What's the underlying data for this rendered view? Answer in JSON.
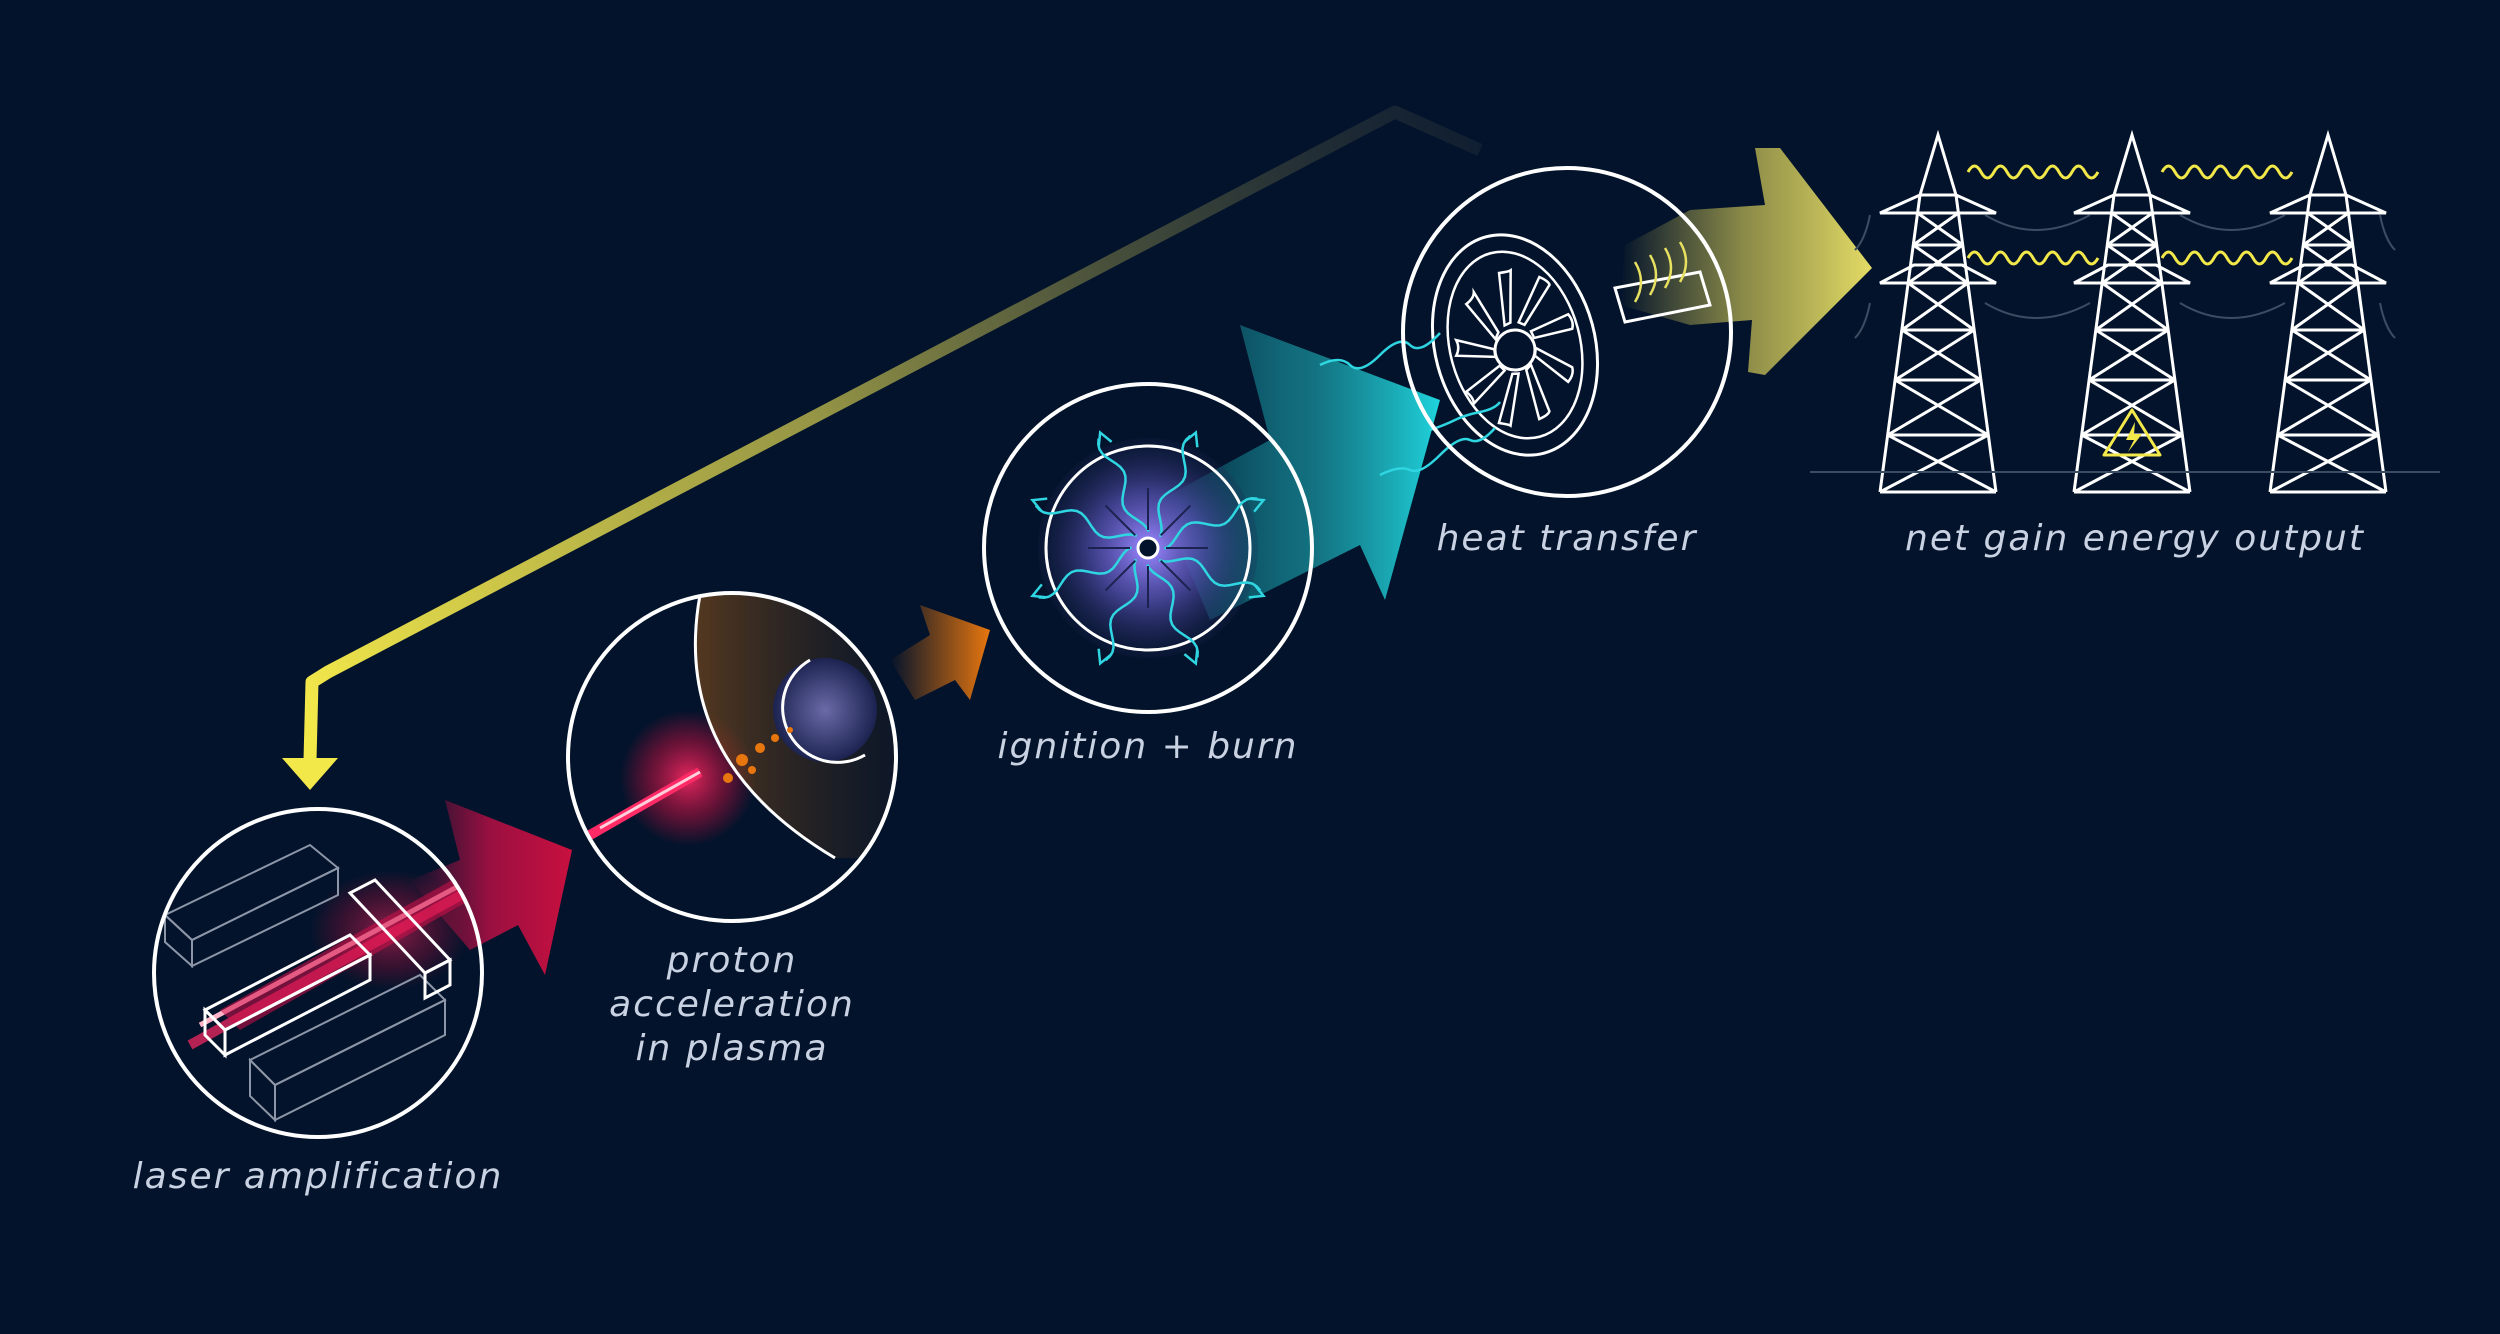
{
  "stages": [
    {
      "id": "laser",
      "label_lines": [
        "laser amplification"
      ]
    },
    {
      "id": "proton",
      "label_lines": [
        "proton",
        "acceleration",
        "in plasma"
      ]
    },
    {
      "id": "ignition",
      "label_lines": [
        "ignition + burn"
      ]
    },
    {
      "id": "heat",
      "label_lines": [
        "heat transfer"
      ]
    },
    {
      "id": "output",
      "label_lines": [
        "net gain energy output"
      ]
    }
  ],
  "colors": {
    "background": "#03132b",
    "outline": "#ffffff",
    "laser_red": "#d0104a",
    "proton_orange": "#e8760e",
    "ignition_cyan": "#1fd3dc",
    "heat_yellow": "#d8cf5a",
    "feedback_yellow": "#f3e84a",
    "label": "#c9d2e2"
  },
  "icons": [
    "laser-amplifier-icon",
    "proton-target-icon",
    "ignition-burst-icon",
    "turbine-icon",
    "transmission-towers-icon",
    "high-voltage-warning-icon"
  ]
}
